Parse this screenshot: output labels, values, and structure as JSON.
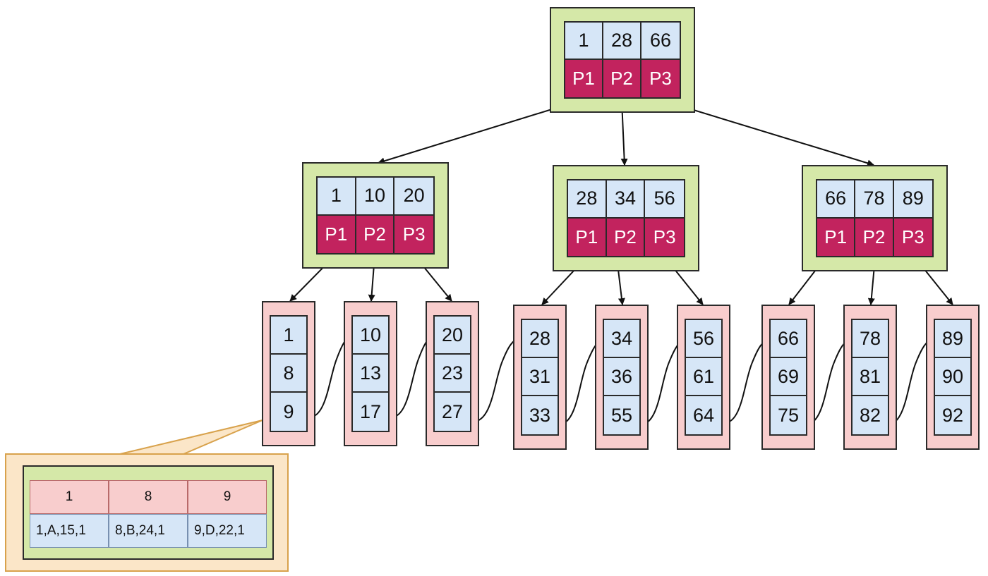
{
  "colors": {
    "index_node_fill": "#d5e8a8",
    "key_cell_fill": "#d6e6f7",
    "pointer_cell_fill": "#c2235e",
    "leaf_node_fill": "#f8cdcd",
    "callout_fill": "#fbe6c8",
    "callout_border": "#d8a24c",
    "edge_color": "#111111"
  },
  "root": {
    "keys": [
      "1",
      "28",
      "66"
    ],
    "pointers": [
      "P1",
      "P2",
      "P3"
    ]
  },
  "internal_nodes": [
    {
      "keys": [
        "1",
        "10",
        "20"
      ],
      "pointers": [
        "P1",
        "P2",
        "P3"
      ]
    },
    {
      "keys": [
        "28",
        "34",
        "56"
      ],
      "pointers": [
        "P1",
        "P2",
        "P3"
      ]
    },
    {
      "keys": [
        "66",
        "78",
        "89"
      ],
      "pointers": [
        "P1",
        "P2",
        "P3"
      ]
    }
  ],
  "leaves": [
    {
      "keys": [
        "1",
        "8",
        "9"
      ]
    },
    {
      "keys": [
        "10",
        "13",
        "17"
      ]
    },
    {
      "keys": [
        "20",
        "23",
        "27"
      ]
    },
    {
      "keys": [
        "28",
        "31",
        "33"
      ]
    },
    {
      "keys": [
        "34",
        "36",
        "55"
      ]
    },
    {
      "keys": [
        "56",
        "61",
        "64"
      ]
    },
    {
      "keys": [
        "66",
        "69",
        "75"
      ]
    },
    {
      "keys": [
        "78",
        "81",
        "82"
      ]
    },
    {
      "keys": [
        "89",
        "90",
        "92"
      ]
    }
  ],
  "record_detail": {
    "keys": [
      "1",
      "8",
      "9"
    ],
    "rows": [
      "1,A,15,1",
      "8,B,24,1",
      "9,D,22,1"
    ]
  }
}
